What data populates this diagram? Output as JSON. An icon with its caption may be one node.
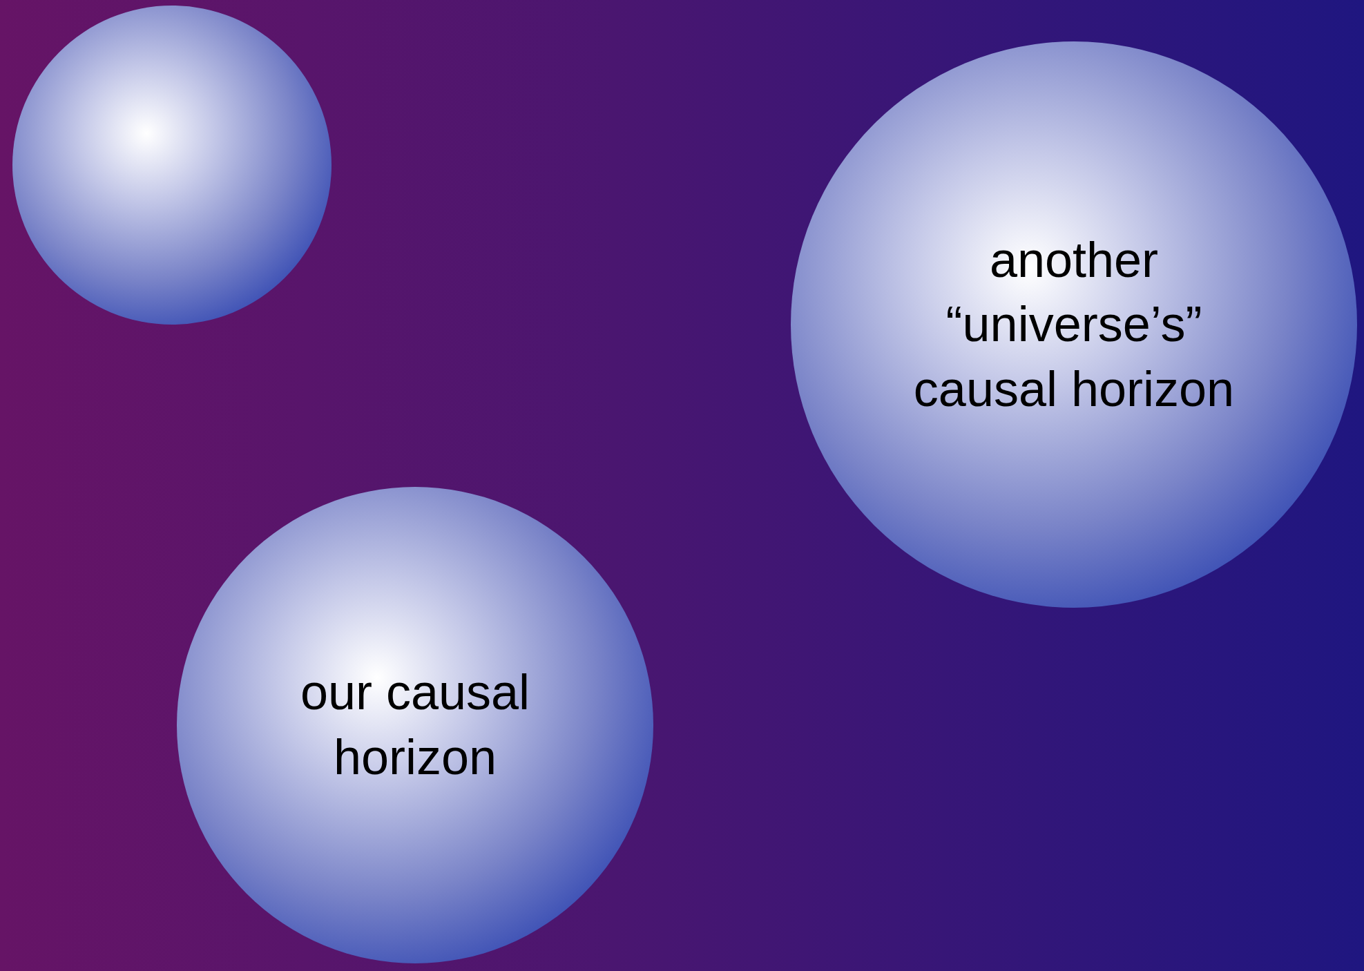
{
  "diagram": {
    "nodes": [
      {
        "text": [],
        "shape": "circle"
      },
      {
        "text": [
          "another “universe’s” causal horizon"
        ]
      },
      {
        "text": [
          "our causal horizon"
        ]
      }
    ]
  }
}
